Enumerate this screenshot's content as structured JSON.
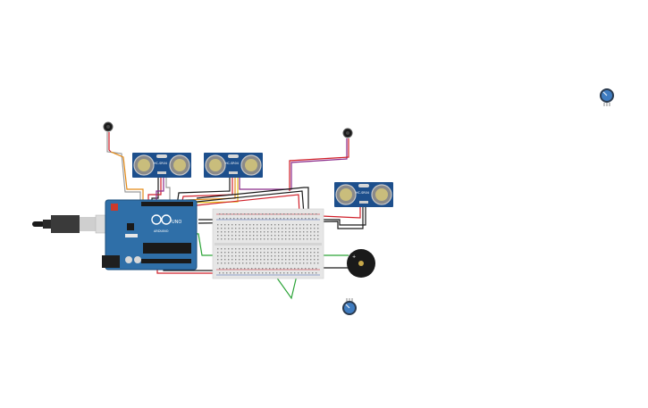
{
  "canvas": {
    "background": "#ffffff"
  },
  "colors": {
    "board_blue": "#2f6fa8",
    "board_edge": "#1c4f7c",
    "sensor_blue": "#1d4f8c",
    "breadboard": "#e6e6e6",
    "wire_red": "#d0202a",
    "wire_black": "#1a1a1a",
    "wire_orange": "#e38a18",
    "wire_yellow": "#e7c21a",
    "wire_purple": "#8a2a8a",
    "wire_green": "#2aa336",
    "wire_gray": "#9a9a9a",
    "knob_blue": "#3f7cc0"
  },
  "components": {
    "arduino": {
      "label": "ARDUINO",
      "model": "UNO"
    },
    "sensors": [
      {
        "label": "HC-SR04"
      },
      {
        "label": "HC-SR04"
      },
      {
        "label": "HC-SR04"
      }
    ],
    "buzzer": {
      "polarity": "+"
    },
    "potentiometers": [
      {
        "icon": "potentiometer-icon"
      },
      {
        "icon": "potentiometer-icon"
      }
    ],
    "vibration_motors": [
      {
        "icon": "vibration-motor-icon"
      },
      {
        "icon": "vibration-motor-icon"
      }
    ],
    "usb_cable": {
      "icon": "usb-cable-icon"
    }
  }
}
